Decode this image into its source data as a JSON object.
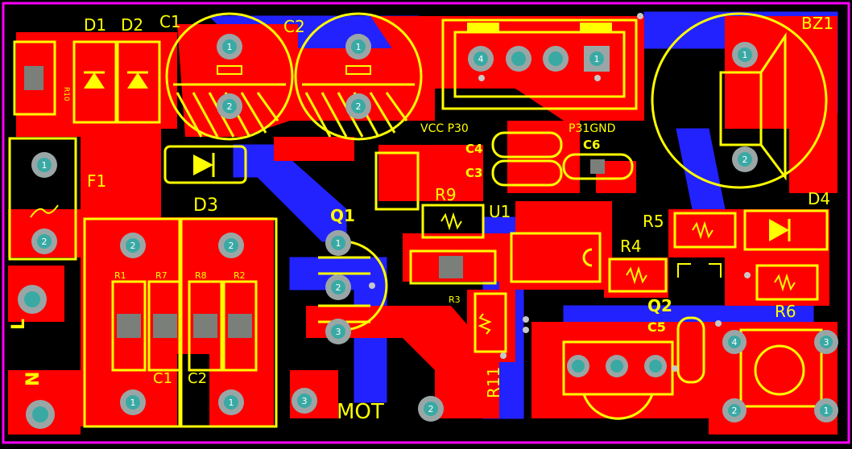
{
  "colors": {
    "background": "#000000",
    "board_outline": "#ff00ff",
    "top_copper": "#ff0000",
    "bottom_copper": "#2222ff",
    "silkscreen": "#ffff00",
    "pad": "#9aa6a6",
    "pad_hole": "#3aa9a4",
    "smd_pad_pattern": "#7a7f7a"
  },
  "labels": {
    "d1": "D1",
    "d2": "D2",
    "c1_top": "C1",
    "c2_top": "C2",
    "bz1": "BZ1",
    "r10": "R10",
    "f1": "F1",
    "d3": "D3",
    "vcc_p30": "VCC P30",
    "p31_gnd": "P31GND",
    "c4": "C4",
    "c3": "C3",
    "c6": "C6",
    "r9": "R9",
    "u1": "U1",
    "q1": "Q1",
    "r5": "R5",
    "d4": "D4",
    "r4": "R4",
    "q2": "Q2",
    "r6": "R6",
    "c5": "C5",
    "r3": "R3",
    "r11": "R11",
    "r1": "R1",
    "r7": "R7",
    "r8": "R8",
    "r2": "R2",
    "c1_bottom": "C1",
    "c2_bottom": "C2",
    "mot": "MOT",
    "l": "L",
    "n": "N"
  },
  "pads": {
    "one": "1",
    "two": "2",
    "three": "3",
    "four": "4"
  }
}
